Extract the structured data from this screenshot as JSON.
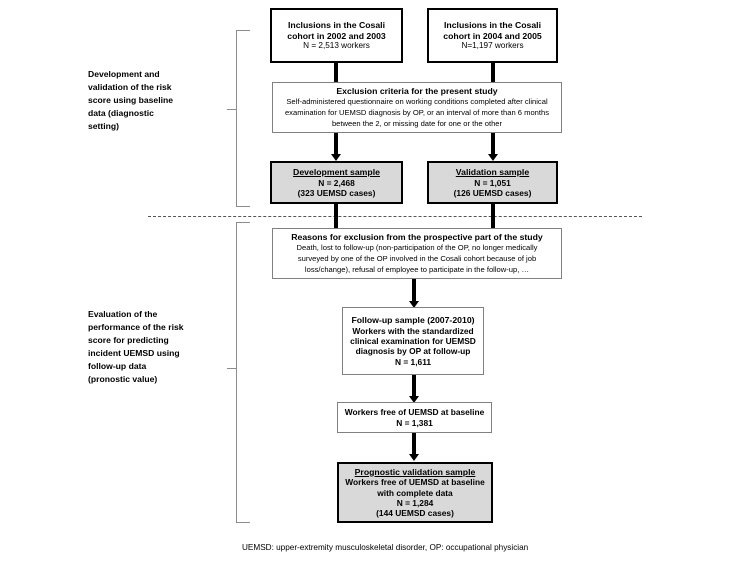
{
  "diagram": {
    "title_note": "UEMSD: upper-extremity musculoskeletal disorder, OP: occupational physician",
    "colors": {
      "shade_fill": "#d9d9d9",
      "box_border": "#000000",
      "thin_border": "#808080",
      "bracket": "#8c8c8c",
      "divider": "#555555"
    },
    "sections": [
      {
        "id": "top",
        "label": "Development and validation of the risk score using baseline data (diagnostic setting)"
      },
      {
        "id": "bottom",
        "label": "Evaluation of the performance of the risk score for predicting incident UEMSD using follow-up data (pronostic value)"
      }
    ],
    "nodes": {
      "inclusion_2002": {
        "title": "Inclusions in the Cosali",
        "title2": "cohort in 2002 and 2003",
        "line1": "N = 2,513 workers"
      },
      "inclusion_2004": {
        "title": "Inclusions in the Cosali",
        "title2": "cohort in 2004 and 2005",
        "line1": "N=1,197 workers"
      },
      "exclusion_criteria": {
        "title": "Exclusion criteria for the present study",
        "body": "Self-administered questionnaire on working conditions completed after clinical examination for UEMSD diagnosis by OP, or an interval of more than 6 months between the 2, or missing date for one or the other"
      },
      "development_sample": {
        "title": "Development sample",
        "line1": "N = 2,468",
        "line2": "(323 UEMSD cases)"
      },
      "validation_sample": {
        "title": "Validation sample",
        "line1": "N = 1,051",
        "line2": "(126 UEMSD cases)"
      },
      "reasons_exclusion": {
        "title": "Reasons for exclusion from the prospective part of the study",
        "body": "Death, lost to follow-up (non-participation of the OP, no longer medically surveyed by one of the OP involved in the Cosali cohort because of job loss/change), refusal of employee to participate in the follow-up, …"
      },
      "followup_sample": {
        "title": "Follow-up sample (2007-2010)",
        "line1": "Workers with the standardized",
        "line2": "clinical examination for UEMSD",
        "line3": "diagnosis by OP at follow-up",
        "line4": "N = 1,611"
      },
      "free_baseline": {
        "line1": "Workers free of UEMSD at baseline",
        "line2": "N = 1,381"
      },
      "prognostic_sample": {
        "title": "Prognostic validation sample",
        "line1": "Workers free of UEMSD at baseline",
        "line2": "with complete data",
        "line3": "N = 1,284",
        "line4": "(144 UEMSD cases)"
      }
    }
  }
}
